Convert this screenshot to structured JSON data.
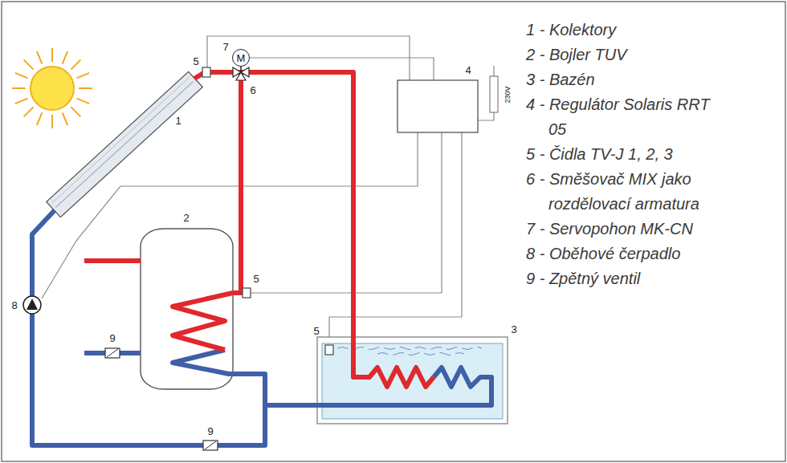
{
  "diagram": {
    "nodes": [
      {
        "text": [
          "M"
        ]
      }
    ],
    "labels": [
      "1 - Kolektory",
      "2 - Bojler TUV",
      "3 - Bazén",
      "4 - Regulátor Solaris RRT 05",
      "5 - Čidla TV-J 1, 2, 3",
      "6 - Směšovač MIX jako rozdělovací armatura",
      "7 - Servopohon MK-CN",
      "8 - Oběhové čerpadlo",
      "9 - Zpětný ventil",
      "1",
      "2",
      "3",
      "4",
      "5",
      "5",
      "5",
      "6",
      "7",
      "8",
      "9",
      "9",
      "230V"
    ]
  }
}
